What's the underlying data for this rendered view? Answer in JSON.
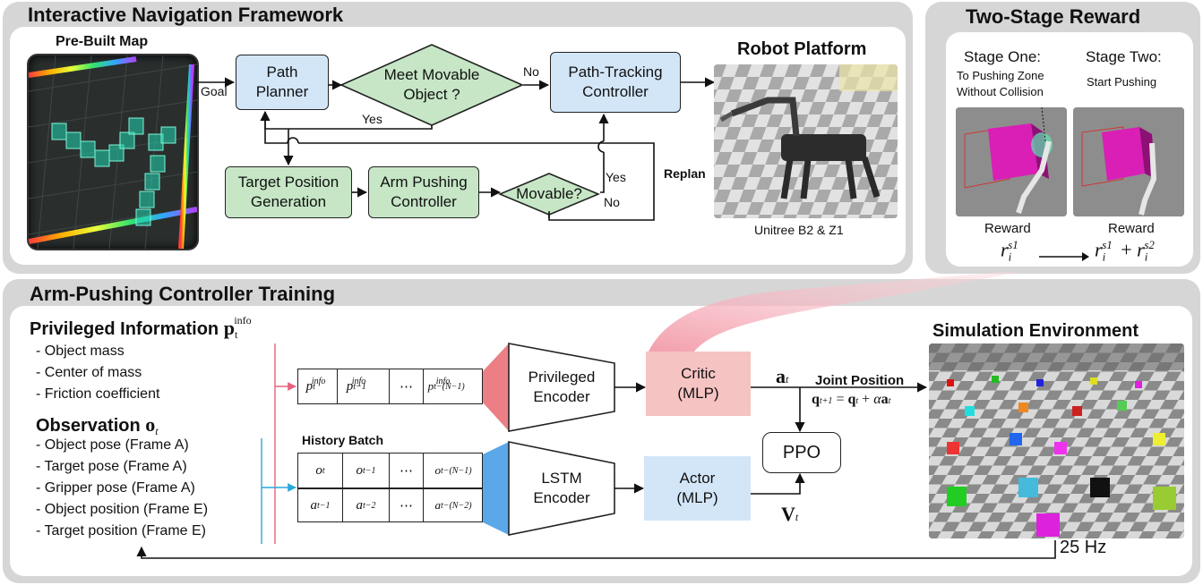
{
  "panels": {
    "nav": "Interactive Navigation Framework",
    "reward": "Two-Stage Reward",
    "train": "Arm-Pushing Controller Training"
  },
  "nav": {
    "map_title": "Pre-Built Map",
    "goal": "Goal",
    "path_planner": "Path\nPlanner",
    "meet_movable": "Meet Movable\nObject ?",
    "no_top": "No",
    "yes_top": "Yes",
    "path_tracking": "Path-Tracking\nController",
    "target_pos": "Target Position\nGeneration",
    "arm_pushing": "Arm Pushing\nController",
    "movable": "Movable?",
    "yes_right": "Yes",
    "no_bottom": "No",
    "replan": "Replan",
    "robot_title": "Robot Platform",
    "robot_caption": "Unitree B2 & Z1"
  },
  "reward": {
    "stage_one": "Stage One:",
    "stage_one_sub1": "To Pushing Zone",
    "stage_one_sub2": "Without Collision",
    "stage_two": "Stage Two:",
    "stage_two_sub": "Start Pushing",
    "reward_label_1": "Reward",
    "reward_label_2": "Reward"
  },
  "train": {
    "priv_title": "Privileged Information",
    "priv_items": [
      "- Object mass",
      "- Center of mass",
      "- Friction coefficient"
    ],
    "obs_title": "Observation",
    "obs_items": [
      "- Object pose (Frame A)",
      "- Target pose (Frame A)",
      "- Gripper pose (Frame A)",
      "- Object position (Frame E)",
      "- Target position (Frame E)"
    ],
    "history_batch": "History Batch",
    "privileged_encoder": "Privileged\nEncoder",
    "lstm_encoder": "LSTM\nEncoder",
    "critic": "Critic\n(MLP)",
    "actor": "Actor\n(MLP)",
    "ppo": "PPO",
    "joint_position": "Joint Position",
    "sim_title": "Simulation Environment",
    "freq": "25 Hz",
    "ellipsis": "⋯"
  },
  "colors": {
    "panel_bg": "#d6d6d6",
    "blue_box": "#d3e6f8",
    "green_box": "#c6e6c6",
    "critic": "#f6c3c3",
    "actor": "#d3e6f8",
    "pink_line": "#e8607a",
    "cyan_line": "#2aa7dc"
  }
}
